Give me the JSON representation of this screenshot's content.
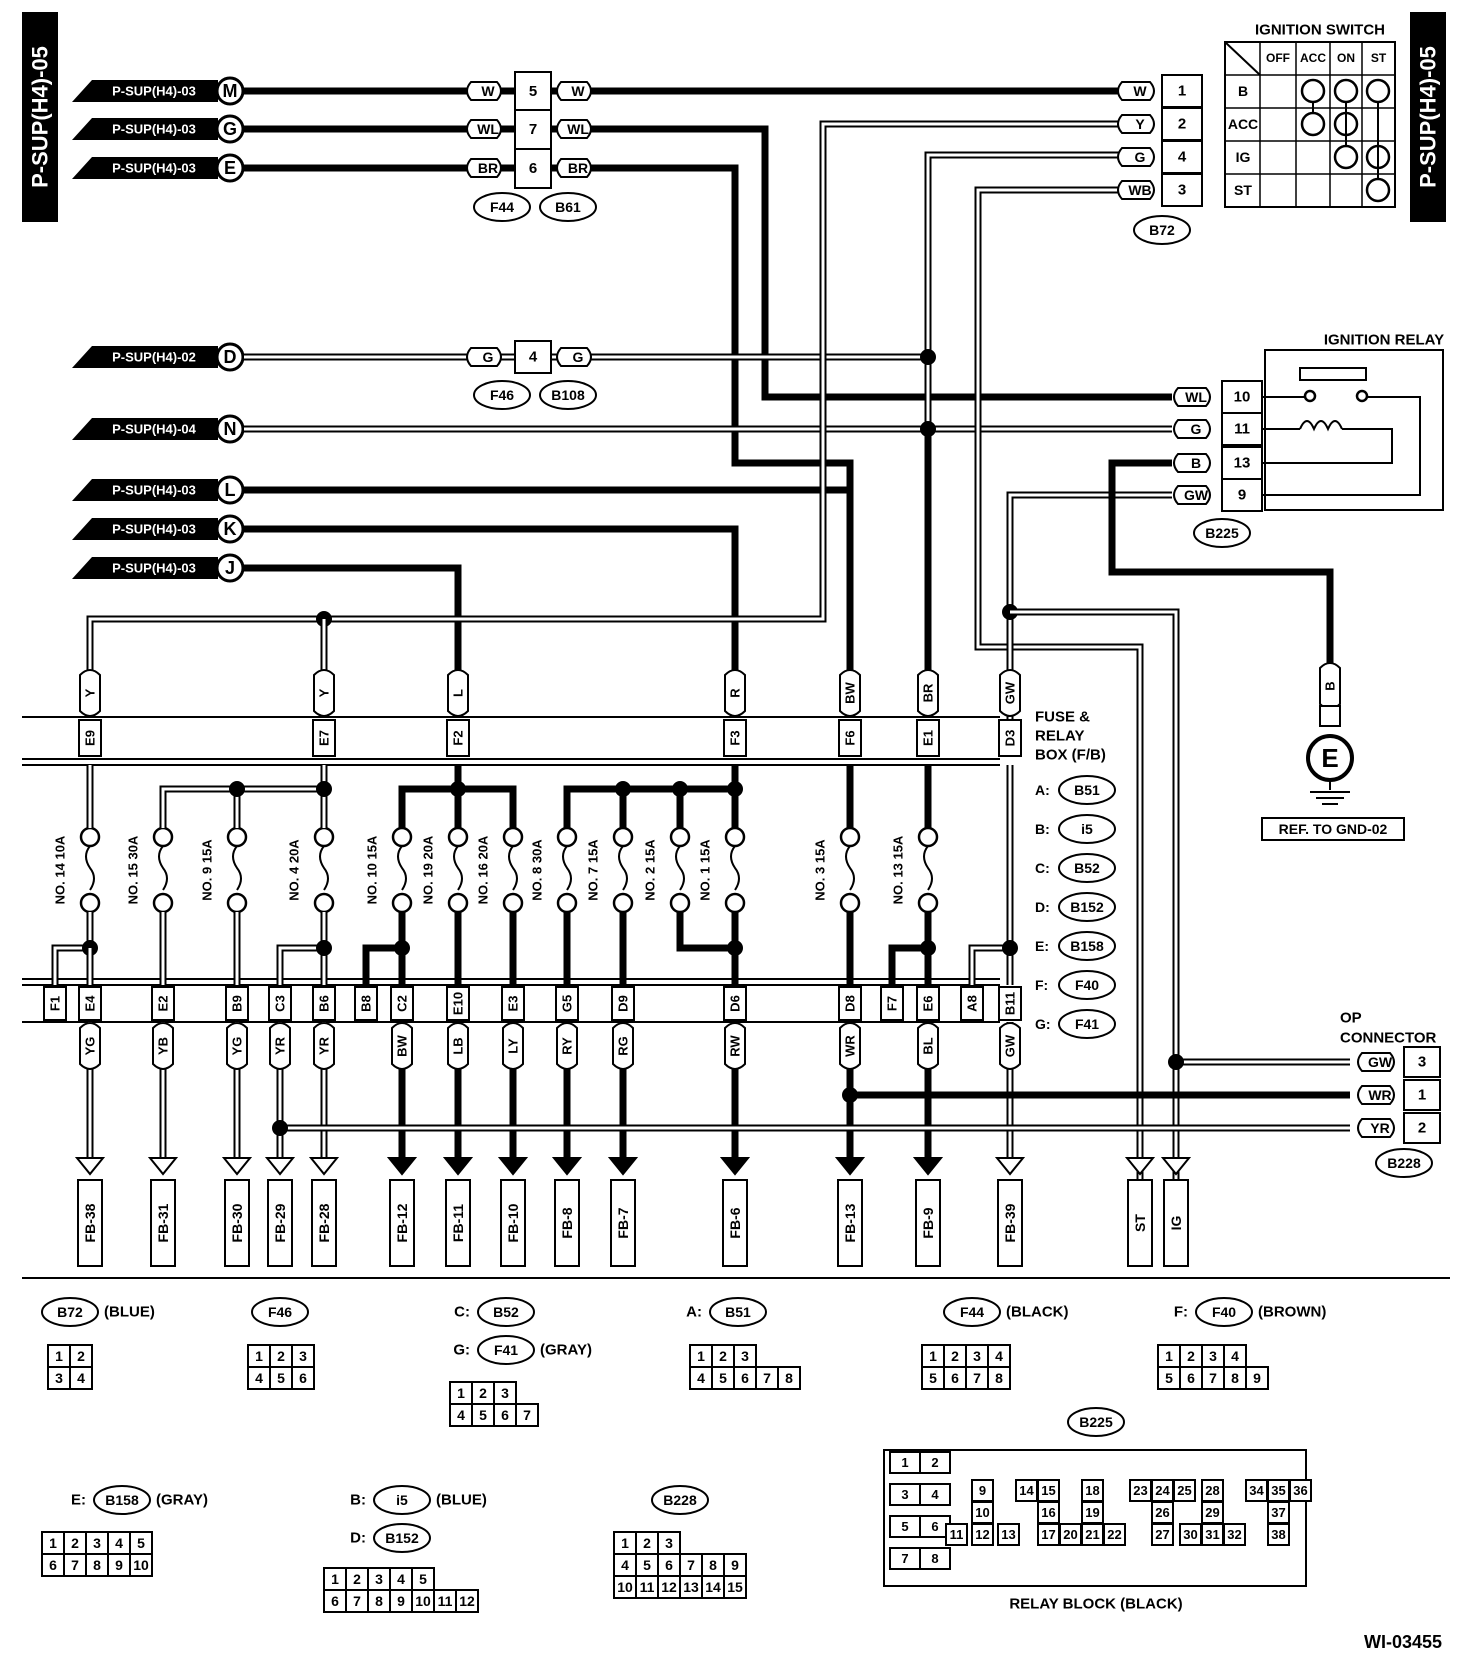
{
  "page_code": "P-SUP(H4)-05",
  "figure_id": "WI-03455",
  "inputs": [
    {
      "ref": "P-SUP(H4)-03",
      "letter": "M"
    },
    {
      "ref": "P-SUP(H4)-03",
      "letter": "G"
    },
    {
      "ref": "P-SUP(H4)-03",
      "letter": "E"
    },
    {
      "ref": "P-SUP(H4)-02",
      "letter": "D"
    },
    {
      "ref": "P-SUP(H4)-04",
      "letter": "N"
    },
    {
      "ref": "P-SUP(H4)-03",
      "letter": "L"
    },
    {
      "ref": "P-SUP(H4)-03",
      "letter": "K"
    },
    {
      "ref": "P-SUP(H4)-03",
      "letter": "J"
    }
  ],
  "top_connectors": {
    "rows": [
      {
        "left": "W",
        "pin": "5",
        "right": "W"
      },
      {
        "left": "WL",
        "pin": "7",
        "right": "WL"
      },
      {
        "left": "BR",
        "pin": "6",
        "right": "BR"
      }
    ],
    "labels": [
      "F44",
      "B61"
    ],
    "d_row": {
      "left": "G",
      "pin": "4",
      "right": "G"
    },
    "d_labels": [
      "F46",
      "B108"
    ]
  },
  "ignition_switch": {
    "title": "IGNITION SWITCH",
    "columns": [
      "OFF",
      "ACC",
      "ON",
      "ST"
    ],
    "rows": [
      {
        "wire": "W",
        "pin": "1",
        "term": "B"
      },
      {
        "wire": "Y",
        "pin": "2",
        "term": "ACC"
      },
      {
        "wire": "G",
        "pin": "4",
        "term": "IG"
      },
      {
        "wire": "WB",
        "pin": "3",
        "term": "ST"
      }
    ],
    "connector": "B72"
  },
  "ignition_relay": {
    "title": "IGNITION RELAY",
    "rows": [
      {
        "wire": "WL",
        "pin": "10"
      },
      {
        "wire": "G",
        "pin": "11"
      },
      {
        "wire": "B",
        "pin": "13"
      },
      {
        "wire": "GW",
        "pin": "9"
      }
    ],
    "connector": "B225"
  },
  "ground": {
    "wire": "B",
    "letter": "E",
    "ref": "REF. TO GND-02"
  },
  "fuse_box": {
    "title_lines": [
      "FUSE &",
      "RELAY",
      "BOX (F/B)"
    ],
    "top_wires": [
      "Y",
      "Y",
      "L",
      "R",
      "BW",
      "BR",
      "GW"
    ],
    "top_pins": [
      "E9",
      "E7",
      "F2",
      "F3",
      "F6",
      "E1",
      "D3"
    ],
    "fuses": [
      "NO. 14 10A",
      "NO. 15 30A",
      "NO. 9 15A",
      "NO. 4 20A",
      "NO. 10 15A",
      "NO. 19 20A",
      "NO. 16 20A",
      "NO. 8 30A",
      "NO. 7 15A",
      "NO. 2 15A",
      "NO. 1 15A",
      "NO. 3 15A",
      "NO. 13 15A"
    ],
    "bottom_pins": [
      "F1",
      "E4",
      "E2",
      "B9",
      "C3",
      "B6",
      "B8",
      "C2",
      "E10",
      "E3",
      "G5",
      "D9",
      "D6",
      "D8",
      "F7",
      "E6",
      "A8",
      "B11"
    ],
    "connectors": [
      {
        "key": "A:",
        "name": "B51"
      },
      {
        "key": "B:",
        "name": "i5"
      },
      {
        "key": "C:",
        "name": "B52"
      },
      {
        "key": "D:",
        "name": "B152"
      },
      {
        "key": "E:",
        "name": "B158"
      },
      {
        "key": "F:",
        "name": "F40"
      },
      {
        "key": "G:",
        "name": "F41"
      }
    ]
  },
  "outputs": [
    {
      "wire": "YG",
      "dest": "FB-38"
    },
    {
      "wire": "YB",
      "dest": "FB-31"
    },
    {
      "wire": "YG",
      "dest": "FB-30"
    },
    {
      "wire": "YR",
      "dest": "FB-29"
    },
    {
      "wire": "YR",
      "dest": "FB-28"
    },
    {
      "wire": "BW",
      "dest": "FB-12"
    },
    {
      "wire": "LB",
      "dest": "FB-11"
    },
    {
      "wire": "LY",
      "dest": "FB-10"
    },
    {
      "wire": "RY",
      "dest": "FB-8"
    },
    {
      "wire": "RG",
      "dest": "FB-7"
    },
    {
      "wire": "RW",
      "dest": "FB-6"
    },
    {
      "wire": "WR",
      "dest": "FB-13"
    },
    {
      "wire": "BL",
      "dest": "FB-9"
    },
    {
      "wire": "GW",
      "dest": "FB-39"
    },
    {
      "wire": "",
      "dest": "ST"
    },
    {
      "wire": "",
      "dest": "IG"
    }
  ],
  "op_connector": {
    "title_lines": [
      "OP",
      "CONNECTOR"
    ],
    "rows": [
      {
        "wire": "GW",
        "pin": "3"
      },
      {
        "wire": "WR",
        "pin": "1"
      },
      {
        "wire": "YR",
        "pin": "2"
      }
    ],
    "connector": "B228"
  },
  "connector_views": [
    {
      "prefix": "",
      "name": "B72",
      "color": "(BLUE)",
      "rows": [
        [
          "1",
          "2"
        ],
        [
          "3",
          "4"
        ]
      ]
    },
    {
      "prefix": "",
      "name": "F46",
      "color": "",
      "rows": [
        [
          "1",
          "2",
          "3"
        ],
        [
          "4",
          "5",
          "6"
        ]
      ]
    },
    {
      "prefix": "C:",
      "name": "B52",
      "color": "",
      "rows": []
    },
    {
      "prefix": "G:",
      "name": "F41",
      "color": "(GRAY)",
      "rows": [
        [
          "1",
          "2",
          "3"
        ],
        [
          "4",
          "5",
          "6",
          "7"
        ]
      ]
    },
    {
      "prefix": "A:",
      "name": "B51",
      "color": "",
      "rows": [
        [
          "1",
          "2",
          "3"
        ],
        [
          "4",
          "5",
          "6",
          "7",
          "8"
        ]
      ]
    },
    {
      "prefix": "",
      "name": "F44",
      "color": "(BLACK)",
      "rows": [
        [
          "1",
          "2",
          "3",
          "4"
        ],
        [
          "5",
          "6",
          "7",
          "8"
        ]
      ]
    },
    {
      "prefix": "F:",
      "name": "F40",
      "color": "(BROWN)",
      "rows": [
        [
          "1",
          "2",
          "3",
          "4"
        ],
        [
          "5",
          "6",
          "7",
          "8",
          "9"
        ]
      ]
    },
    {
      "prefix": "E:",
      "name": "B158",
      "color": "(GRAY)",
      "rows": [
        [
          "1",
          "2",
          "3",
          "4",
          "5"
        ],
        [
          "6",
          "7",
          "8",
          "9",
          "10"
        ]
      ]
    },
    {
      "prefix": "B:",
      "name": "i5",
      "color": "(BLUE)",
      "rows": []
    },
    {
      "prefix": "D:",
      "name": "B152",
      "color": "",
      "rows": [
        [
          "1",
          "2",
          "3",
          "4",
          "5"
        ],
        [
          "6",
          "7",
          "8",
          "9",
          "10",
          "11",
          "12"
        ]
      ]
    },
    {
      "prefix": "",
      "name": "B228",
      "color": "",
      "rows": [
        [
          "1",
          "2",
          "3"
        ],
        [
          "4",
          "5",
          "6",
          "7",
          "8",
          "9"
        ],
        [
          "10",
          "11",
          "12",
          "13",
          "14",
          "15"
        ]
      ]
    },
    {
      "prefix": "",
      "name": "B225",
      "color": "",
      "rows": [
        [
          "1",
          "2",
          "3",
          "4",
          "5",
          "6",
          "7",
          "8",
          "9",
          "10",
          "11",
          "12",
          "13",
          "14",
          "15",
          "16",
          "17",
          "18",
          "19",
          "20",
          "21",
          "22",
          "23",
          "24",
          "25",
          "26",
          "27",
          "28",
          "29",
          "30",
          "31",
          "32",
          "33",
          "34",
          "35",
          "36",
          "37",
          "38"
        ]
      ]
    }
  ],
  "relay_block_label": "RELAY BLOCK (BLACK)"
}
